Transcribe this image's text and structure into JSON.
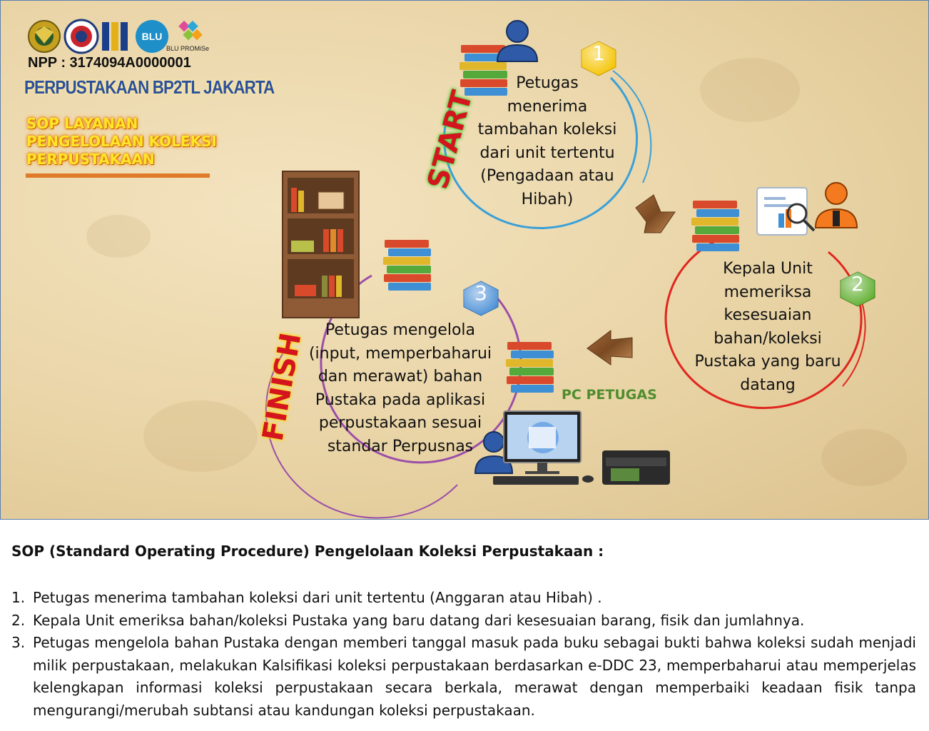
{
  "header": {
    "npp": "NPP : 3174094A0000001",
    "library_name": "PERPUSTAKAAN BP2TL JAKARTA",
    "sop_title": [
      "SOP LAYANAN",
      "PENGELOLAAN KOLEKSI",
      "PERPUSTAKAAN"
    ],
    "logos": [
      "emblem-logo",
      "badge-logo",
      "book-logo",
      "BLU",
      "BLU PROMiSe"
    ],
    "blu_text": "BLU",
    "promise_text": "BLU PROMiSe"
  },
  "diagram": {
    "start_label": "START",
    "finish_label": "FINISH",
    "pc_label": "PC PETUGAS",
    "steps": [
      {
        "number": "1",
        "lines": [
          "Petugas",
          "menerima",
          "tambahan koleksi",
          "dari unit tertentu",
          "(Pengadaan atau",
          "Hibah)"
        ],
        "color": "#f5c400",
        "ring": "#3aa0d8"
      },
      {
        "number": "2",
        "lines": [
          "Kepala Unit",
          "memeriksa",
          "kesesuaian",
          "bahan/koleksi",
          "Pustaka yang baru",
          "datang"
        ],
        "color": "#5fae2e",
        "ring": "#e0261e"
      },
      {
        "number": "3",
        "lines": [
          "Petugas mengelola",
          "(input, memperbaharui",
          "dan merawat) bahan",
          "Pustaka pada aplikasi",
          "perpustakaan sesuai",
          "standar Perpusnas"
        ],
        "color": "#4a8fd6",
        "ring": "#9b4fa8"
      }
    ]
  },
  "summary": {
    "heading": "SOP (Standard Operating Procedure) Pengelolaan Koleksi Perpustakaan :",
    "items": [
      {
        "num": "1.",
        "text": "Petugas menerima tambahan koleksi dari unit tertentu (Anggaran atau Hibah) ."
      },
      {
        "num": "2.",
        "text": "Kepala Unit emeriksa bahan/koleksi Pustaka yang baru datang dari kesesuaian barang, fisik dan jumlahnya."
      },
      {
        "num": "3.",
        "text": "Petugas mengelola bahan Pustaka dengan memberi tanggal masuk pada buku sebagai bukti bahwa koleksi sudah menjadi milik perpustakaan, melakukan Kalsifikasi koleksi perpustakaan berdasarkan e-DDC 23, memperbaharui atau memperjelas kelengkapan informasi koleksi perpustakaan secara berkala, merawat dengan memperbaiki keadaan fisik tanpa mengurangi/merubah subtansi atau kandungan koleksi perpustakaan."
      }
    ]
  }
}
